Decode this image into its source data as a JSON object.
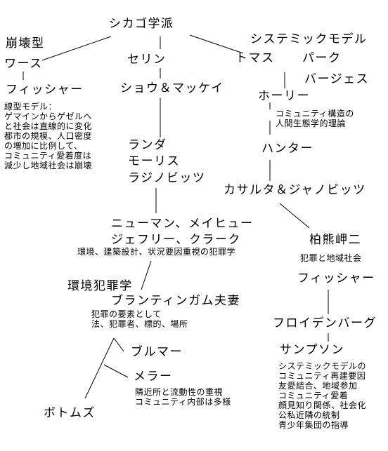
{
  "nodes": {
    "chicago": "シカゴ学派",
    "collapse_type": "崩壊型",
    "systemic_model": "システミックモデル",
    "wirth": "ワース",
    "sellin": "セリン",
    "thomas": "トマス",
    "park": "パーク",
    "fischer_1": "フィッシャー",
    "shaw_mckay": "ショウ＆マッケイ",
    "burgess": "バージェス",
    "hawley": "ホーリー",
    "linear_model": [
      "線型モデル：",
      "ゲマインからゲゼルへ",
      "と社会は直線的に変化",
      "都市の規模、人口密度",
      "の増加に比例して、",
      "コミュニティ愛着度は",
      "減少し地域社会は崩壊"
    ],
    "community_structure": [
      "コミュニティ構造の",
      "人間生態学的理論"
    ],
    "lander": "ランダ",
    "morris": "モーリス",
    "hunter": "ハンター",
    "rasinovitz": "ラジノビッツ",
    "kasarda_janowitz": "カサルタ＆ジャノビッツ",
    "newman_mayhew": "ニューマン、メイヒュー",
    "jeffery_clarke": "ジェフリー、クラーク",
    "kashiwagumo": "柏熊岬二",
    "situational": "環境、建築設計、状況要因重視の犯罪学",
    "crime_community": "犯罪と地域社会",
    "environmental_criminology": "環境犯罪学",
    "fischer_2": "フィッシャー",
    "brantingham": "ブランティンガム夫妻",
    "crime_elements": [
      "犯罪の要素として",
      "法、犯罪者、標的、場所"
    ],
    "freudenburg": "フロイデンバーグ",
    "bulmer": "ブルマー",
    "sampson": "サンプソン",
    "systemic_detail": [
      "システミックモデルの",
      "コミュニティ再建要因",
      "友愛結合、地域参加",
      "コミュニティ愛着",
      "顔見知り関係、社会化",
      "公私近隣の統制",
      "青少年集団の指導"
    ],
    "mellor": "メラー",
    "mellor_detail": [
      "隣近所と流動性の重視",
      "コミュニティ内部は多様"
    ],
    "bottoms": "ボトムズ"
  }
}
